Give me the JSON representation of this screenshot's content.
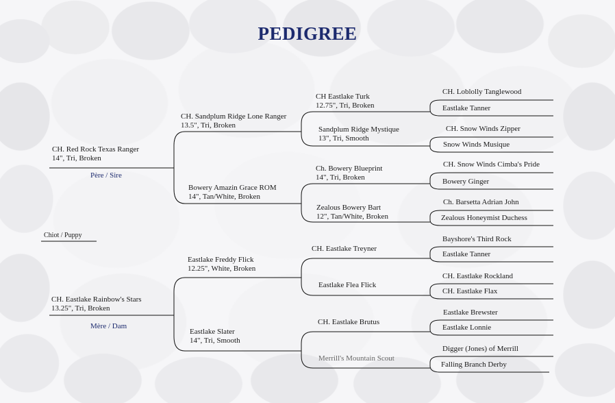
{
  "title": "PEDIGREE",
  "puppy_label": "Chiot / Puppy",
  "sire": {
    "name": "CH. Red Rock Texas Ranger",
    "detail": "14\", Tri, Broken",
    "role_label": "Père / Sire",
    "sire": {
      "name": "CH. Sandplum Ridge Lone Ranger",
      "detail": "13.5\", Tri, Broken",
      "sire": {
        "name": "CH Eastlake Turk",
        "detail": "12.75\", Tri, Broken",
        "sire": "CH. Loblolly Tanglewood",
        "dam": "Eastlake Tanner"
      },
      "dam": {
        "name": "Sandplum Ridge Mystique",
        "detail": "13\", Tri, Smooth",
        "sire": "CH. Snow Winds Zipper",
        "dam": "Snow Winds Musique"
      }
    },
    "dam": {
      "name": "Bowery Amazin Grace ROM",
      "detail": "14\", Tan/White, Broken",
      "sire": {
        "name": "Ch. Bowery Blueprint",
        "detail": "14\", Tri, Broken",
        "sire": "CH. Snow Winds Cimba's Pride",
        "dam": "Bowery Ginger"
      },
      "dam": {
        "name": "Zealous Bowery Bart",
        "detail": "12\", Tan/White, Broken",
        "sire": "Ch. Barsetta Adrian John",
        "dam": "Zealous Honeymist Duchess"
      }
    }
  },
  "dam": {
    "name": "CH. Eastlake Rainbow's Stars",
    "detail": "13.25\", Tri, Broken",
    "role_label": "Mère / Dam",
    "sire": {
      "name": "Eastlake Freddy Flick",
      "detail": "12.25\", White, Broken",
      "sire": {
        "name": "CH. Eastlake Treyner",
        "detail": "",
        "sire": "Bayshore's Third Rock",
        "dam": "Eastlake Tanner"
      },
      "dam": {
        "name": "Eastlake Flea Flick",
        "detail": "",
        "sire": "CH. Eastlake Rockland",
        "dam": "CH. Eastlake Flax"
      }
    },
    "dam": {
      "name": "Eastlake Slater",
      "detail": "14\", Tri, Smooth",
      "sire": {
        "name": "CH. Eastlake Brutus",
        "detail": "",
        "sire": "Eastlake Brewster",
        "dam": "Eastlake Lonnie"
      },
      "dam": {
        "name": "Merrill's Mountain Scout",
        "detail": "",
        "sire": "Digger (Jones) of Merrill",
        "dam": "Falling Branch Derby"
      }
    }
  }
}
